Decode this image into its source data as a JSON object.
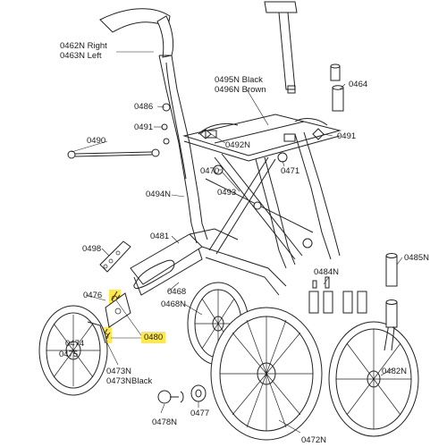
{
  "labels": {
    "p0462n_right": "0462N  Right",
    "p0463n_left": "0463N  Left",
    "p0495n_black": "0495N  Black",
    "p0496n_brown": "0496N  Brown",
    "p0464": "0464",
    "p0486": "0486",
    "p0491_left": "0491",
    "p0492n": "0492N",
    "p0491_right": "0491",
    "p0490": "0490",
    "p0470": "0470",
    "p0471": "0471",
    "p0493": "0493",
    "p0494n": "0494N",
    "p0481": "0481",
    "p0498": "0498",
    "p0485n": "0485N",
    "p0484n": "0484N",
    "p0476": "0476",
    "p0468": "0468",
    "p0468n": "0468N",
    "p0474": "0474",
    "p0475": "0475",
    "p0480": "0480",
    "p0473n": "0473N",
    "p0473nblack": "0473NBlack",
    "p0482n": "0482N",
    "p0477": "0477",
    "p0478n": "0478N",
    "p0472n": "0472N"
  },
  "highlight_color": "#ffe94a"
}
